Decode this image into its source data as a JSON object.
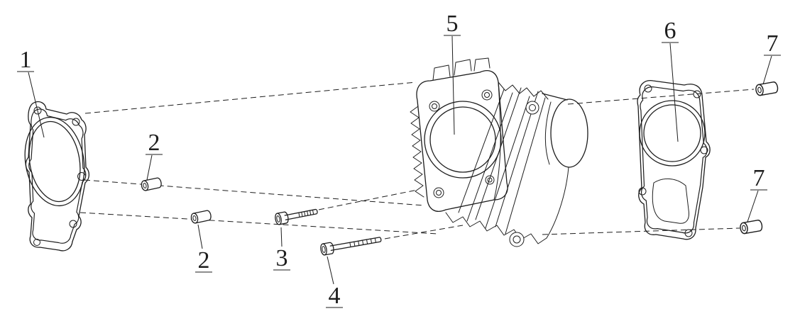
{
  "diagram": {
    "background_color": "#ffffff",
    "line_color": "#1d1d1d",
    "callouts": [
      {
        "label": "1"
      },
      {
        "label": "2"
      },
      {
        "label": "2"
      },
      {
        "label": "3"
      },
      {
        "label": "4"
      },
      {
        "label": "5"
      },
      {
        "label": "6"
      },
      {
        "label": "7"
      },
      {
        "label": "7"
      }
    ]
  }
}
